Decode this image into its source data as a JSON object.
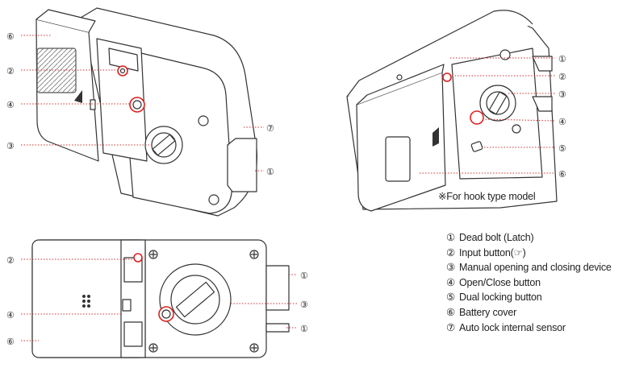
{
  "hook_note": "※For hook type model",
  "legend": [
    {
      "num": "①",
      "label": "Dead bolt (Latch)"
    },
    {
      "num": "②",
      "label": "Input button(☞)"
    },
    {
      "num": "③",
      "label": "Manual opening and closing device"
    },
    {
      "num": "④",
      "label": "Open/Close button"
    },
    {
      "num": "⑤",
      "label": "Dual locking button"
    },
    {
      "num": "⑥",
      "label": "Battery cover"
    },
    {
      "num": "⑦",
      "label": "Auto lock internal sensor"
    }
  ],
  "callouts": {
    "c1": "①",
    "c2": "②",
    "c3": "③",
    "c4": "④",
    "c5": "⑤",
    "c6": "⑥",
    "c7": "⑦"
  },
  "colors": {
    "line": "#333333",
    "dotted": "#d33333",
    "highlight": "#e02020"
  }
}
